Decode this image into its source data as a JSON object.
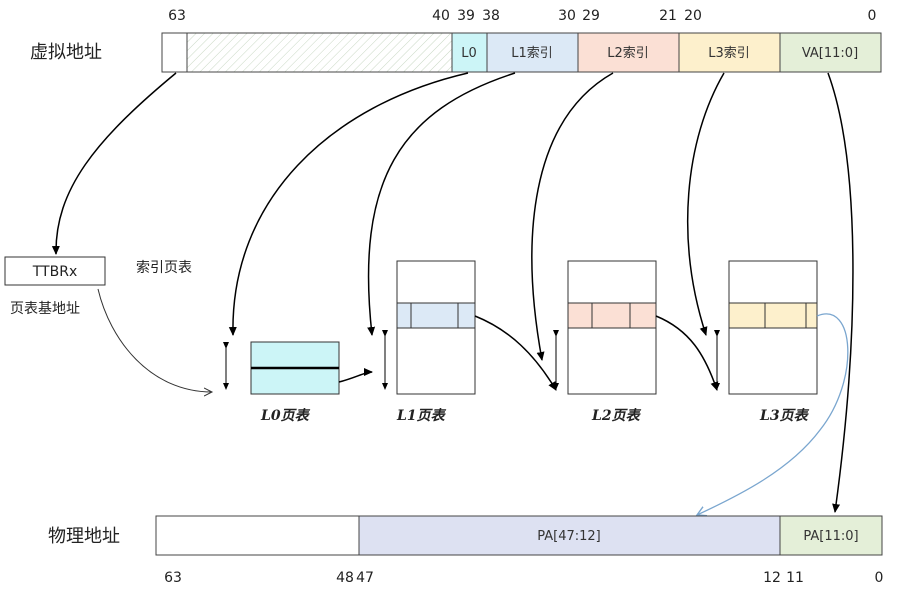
{
  "virtual_address": {
    "label": "虚拟地址",
    "bit_ticks": [
      "63",
      "40",
      "39",
      "38",
      "30",
      "29",
      "21",
      "20",
      "0"
    ],
    "fields": [
      "L0",
      "L1索引",
      "L2索引",
      "L3索引",
      "VA[11:0]"
    ]
  },
  "ttbr": {
    "label": "TTBRx",
    "caption": "页表基地址"
  },
  "index_table_label": "索引页表",
  "tables": [
    {
      "title": "L0页表"
    },
    {
      "title": "L1页表"
    },
    {
      "title": "L2页表"
    },
    {
      "title": "L3页表"
    }
  ],
  "physical_address": {
    "label": "物理地址",
    "bit_ticks": [
      "63",
      "48",
      "47",
      "12",
      "11",
      "0"
    ],
    "fields": [
      "PA[47:12]",
      "PA[11:0]"
    ]
  },
  "colors": {
    "l0": "#ccf5f7",
    "l1": "#dce9f6",
    "l2": "#fbe0d5",
    "l3": "#fdf0cc",
    "offset": "#e4efd8",
    "pa_high": "#dde1f2",
    "hatch": "#c9d8c4",
    "curve_blue": "#7aa6cf"
  }
}
